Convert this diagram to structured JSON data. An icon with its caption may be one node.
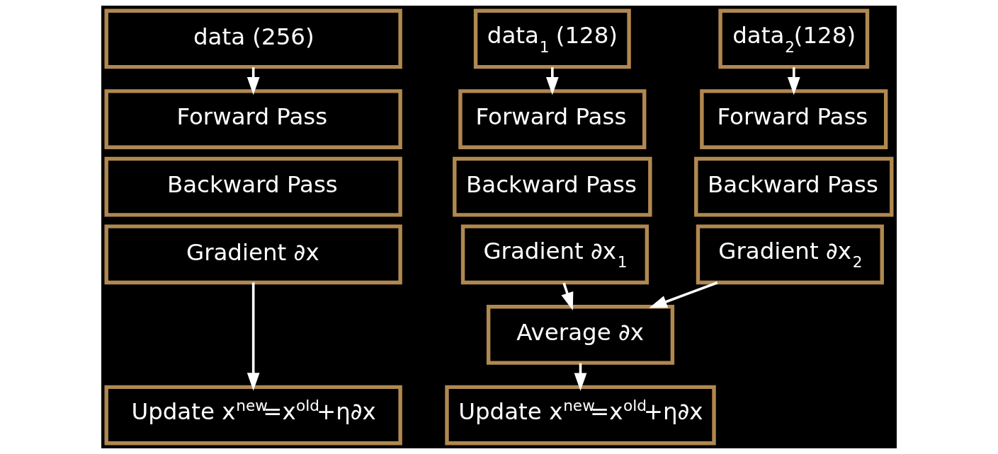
{
  "diagram": {
    "nodes": [
      {
        "text": [
          "data (256)"
        ]
      },
      {
        "text": [
          "Forward Pass"
        ]
      },
      {
        "text": [
          "Backward Pass"
        ]
      },
      {
        "text": [
          "Gradient ∂x"
        ]
      },
      {
        "text": [
          "Update x$^{new}$=x$^{old}$+η∂x"
        ]
      },
      {
        "text": [
          "data$_{1}$ (128)"
        ]
      },
      {
        "text": [
          "data$_{2}$(128)"
        ]
      },
      {
        "text": [
          "Forward Pass"
        ]
      },
      {
        "text": [
          "Backward Pass"
        ]
      },
      {
        "text": [
          "Gradient ∂x$_{1}$"
        ]
      },
      {
        "text": [
          "Forward Pass"
        ]
      },
      {
        "text": [
          "Backward Pass"
        ]
      },
      {
        "text": [
          "Gradient ∂x$_{2}$"
        ]
      },
      {
        "text": [
          "Average ∂x"
        ]
      },
      {
        "text": [
          "Update x$^{new}$=x$^{old}$+η∂x"
        ]
      }
    ],
    "edges": [
      {
        "from": 0,
        "to": 1,
        "arrow": "to"
      },
      {
        "from": 3,
        "to": 4,
        "arrow": "to"
      },
      {
        "from": 5,
        "to": 7,
        "arrow": "to"
      },
      {
        "from": 6,
        "to": 10,
        "arrow": "to"
      },
      {
        "from": 9,
        "to": 13,
        "arrow": "to"
      },
      {
        "from": 12,
        "to": 13,
        "arrow": "to"
      },
      {
        "from": 13,
        "to": 14,
        "arrow": "to"
      }
    ]
  }
}
